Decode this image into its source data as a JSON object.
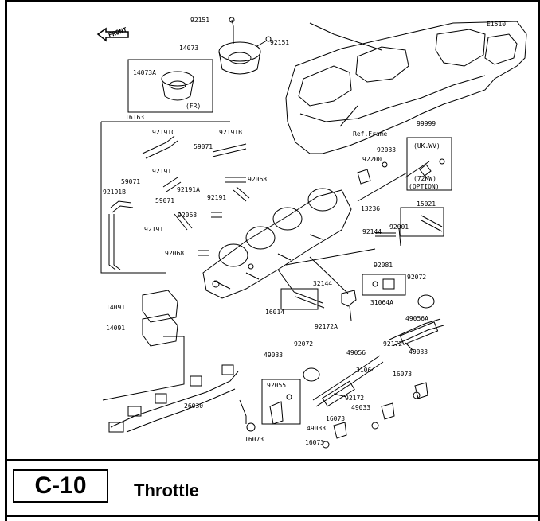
{
  "figure_id": "E1510",
  "front_label": "FRONT",
  "section": {
    "code": "C-10",
    "title": "Throttle"
  },
  "parts": {
    "p92151a": "92151",
    "p14073": "14073",
    "p92151b": "92151",
    "p14073A": "14073A",
    "pFR": "(FR)",
    "p16163": "16163",
    "p92191C": "92191C",
    "p92191B_top": "92191B",
    "p59071_a": "59071",
    "p59071_b": "59071",
    "p92191_a": "92191",
    "p92191A": "92191A",
    "p59071_c": "59071",
    "p92191B_left": "92191B",
    "p92068_a": "92068",
    "p92191_b": "92191",
    "p92068_b": "92068",
    "p92191_c": "92191",
    "p92068_c": "92068",
    "pRefFrame": "Ref.Frame",
    "p99999": "99999",
    "pUKWV": "(UK.WV)",
    "p72KW": "(72KW)",
    "pOPTION": "(OPTION)",
    "p92033": "92033",
    "p92200": "92200",
    "p13236": "13236",
    "p15021": "15021",
    "p92144": "92144",
    "p92001": "92001",
    "p92081": "92081",
    "p92072_a": "92072",
    "p32144": "32144",
    "p31064A": "31064A",
    "p16014": "16014",
    "p92172A": "92172A",
    "p49056A": "49056A",
    "p14091_a": "14091",
    "p14091_b": "14091",
    "p92072_b": "92072",
    "p49056": "49056",
    "p31064": "31064",
    "p92172_a": "92172",
    "p49033_a": "49033",
    "p49033_b": "49033",
    "p92055": "92055",
    "p16073_a": "16073",
    "p92172_b": "92172",
    "p49033_c": "49033",
    "p26030": "26030",
    "p16073_b": "16073",
    "p16073_c": "16073",
    "p49033_d": "49033",
    "p16073_d": "16073"
  }
}
